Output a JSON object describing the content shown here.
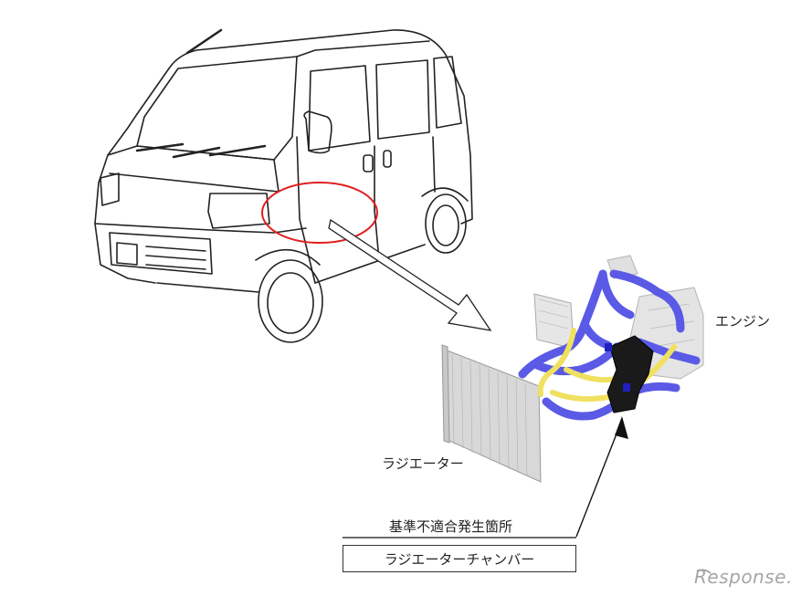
{
  "labels": {
    "engine": "エンジン",
    "radiator": "ラジエーター",
    "issue_location": "基準不適合発生箇所",
    "part_name": "ラジエーターチャンバー"
  },
  "logo": {
    "text": "Response."
  },
  "colors": {
    "highlight_ellipse": "#e02020",
    "hose_main": "#5a5ae6",
    "hose_secondary": "#f0e060",
    "chamber": "#1a1a1a",
    "outline": "#222222"
  }
}
